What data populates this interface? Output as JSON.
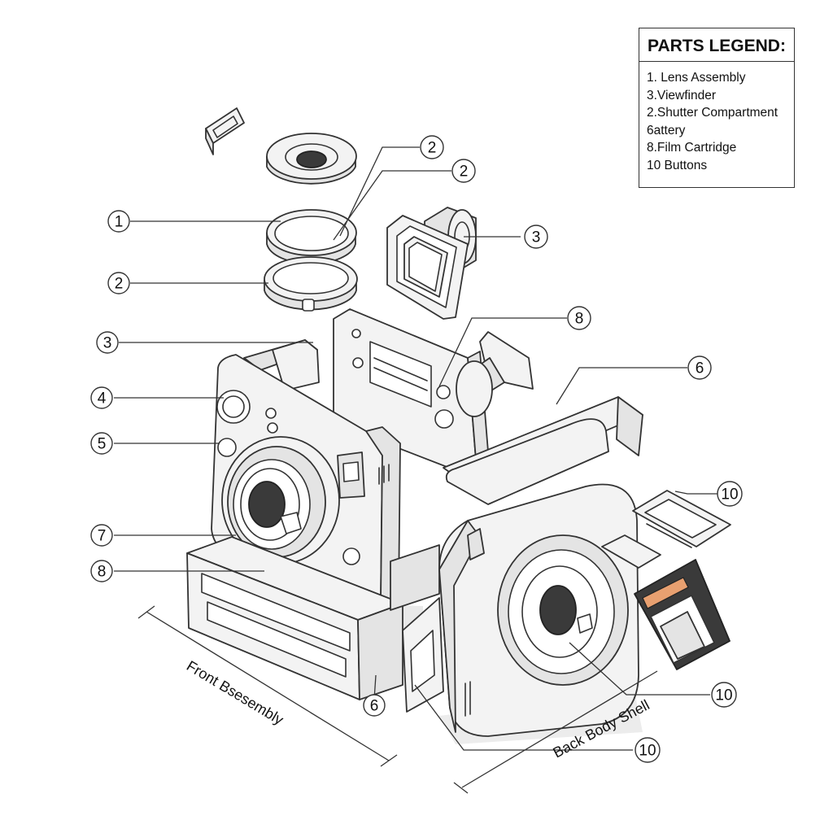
{
  "legend": {
    "title": "PARTS LEGEND:",
    "items": [
      "1. Lens Assembly",
      "3.Viewfinder",
      "2.Shutter Compartment",
      "6attery",
      "8.Film Cartridge",
      "10 Buttons"
    ]
  },
  "callouts": {
    "c1": "1",
    "c2a": "2",
    "c2b": "2",
    "c2c": "2",
    "c3a": "3",
    "c3b": "3",
    "c4": "4",
    "c5": "5",
    "c6a": "6",
    "c6b": "6",
    "c7": "7",
    "c8a": "8",
    "c8b": "8",
    "c10a": "10",
    "c10b": "10",
    "c10c": "10"
  },
  "section_labels": {
    "front": "Front Bsesembly",
    "back": "Back Body Shell"
  },
  "colors": {
    "line": "#333333",
    "fill_light": "#f2f2f2",
    "fill_mid": "#e2e2e2",
    "fill_dark": "#3a3a3a",
    "accent_orange": "#e8a070"
  }
}
